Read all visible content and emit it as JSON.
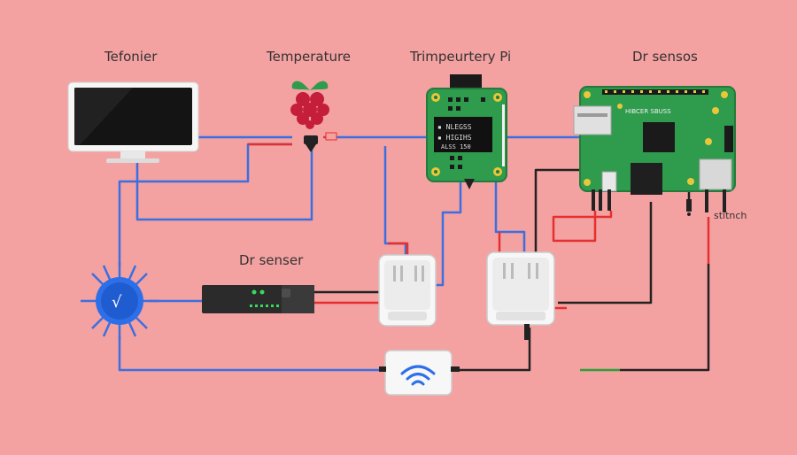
{
  "colors": {
    "background": "#f4a1a1",
    "wire_blue": "#3b6fe0",
    "wire_red": "#e53030",
    "wire_black": "#222222",
    "wire_green": "#2e9e3a",
    "board_green": "#2f9b4d"
  },
  "labels": {
    "monitor": "Tefonier",
    "temperature": "Temperature",
    "sensor_board": "Trimpeurtery Pi",
    "pi_board": "Dr sensos",
    "pi_silk": "HIBCER SBUSS",
    "middle_sensor": "Dr senser",
    "switch": "stitnch"
  },
  "icons": {
    "monitor": "monitor-icon",
    "raspberry": "raspberry-pi-logo-icon",
    "hub": "hub-node-icon",
    "wifi": "wifi-icon"
  }
}
